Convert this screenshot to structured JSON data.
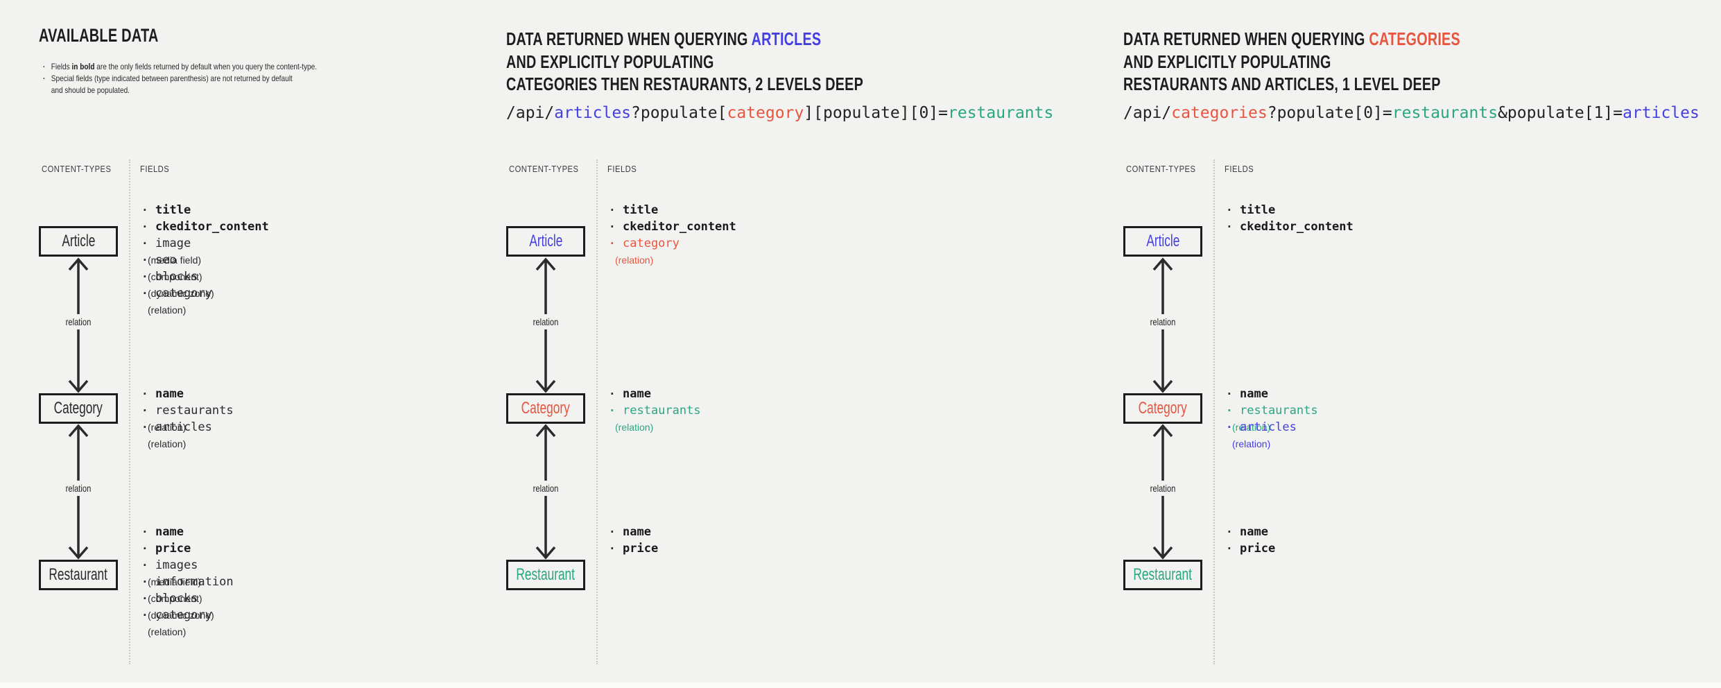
{
  "colors": {
    "background": "#f2f2f0",
    "blue": "#453fe2",
    "red": "#e8553f",
    "green": "#2aa77f",
    "dark": "#1d1d1d"
  },
  "relation_label": "relation",
  "panels": [
    {
      "id": "available-data",
      "header": {
        "title": "AVAILABLE DATA",
        "notes": [
          {
            "segments": [
              {
                "t": "Fields "
              },
              {
                "t": "in bold",
                "bold": true
              },
              {
                "t": " are the only fields returned by default when you query the content-type."
              }
            ]
          },
          {
            "segments": [
              {
                "t": "Special fields (type indicated between parenthesis) are not returned by default\nand should be populated."
              }
            ]
          }
        ]
      },
      "columns": {
        "content_types": "CONTENT-TYPES",
        "fields": "FIELDS"
      },
      "nodes": [
        {
          "label": "Article",
          "label_color": "dark",
          "fields": [
            {
              "name": "title",
              "bold": true
            },
            {
              "name": "ckeditor_content",
              "bold": true
            },
            {
              "name": "image",
              "note": "(media field)"
            },
            {
              "name": "seo",
              "note": "(component)"
            },
            {
              "name": "blocks",
              "note": "(dynamic zone)"
            },
            {
              "name": "category",
              "note": "(relation)"
            }
          ]
        },
        {
          "label": "Category",
          "label_color": "dark",
          "fields": [
            {
              "name": "name",
              "bold": true
            },
            {
              "name": "restaurants",
              "note": "(relation)"
            },
            {
              "name": "articles",
              "note": "(relation)"
            }
          ]
        },
        {
          "label": "Restaurant",
          "label_color": "dark",
          "fields": [
            {
              "name": "name",
              "bold": true
            },
            {
              "name": "price",
              "bold": true
            },
            {
              "name": "images",
              "note": "(media field)"
            },
            {
              "name": "information",
              "note": "(component)"
            },
            {
              "name": "blocks",
              "note": "(dynamic zone)"
            },
            {
              "name": "category",
              "note": "(relation)"
            }
          ]
        }
      ],
      "connectors": [
        {
          "label": "relation"
        },
        {
          "label": "relation"
        }
      ]
    },
    {
      "id": "query-articles",
      "header": {
        "title_lines": [
          [
            {
              "t": "DATA RETURNED WHEN QUERYING "
            },
            {
              "t": "ARTICLES",
              "c": "blue"
            }
          ],
          [
            {
              "t": "AND EXPLICITLY POPULATING"
            }
          ],
          [
            {
              "t": "CATEGORIES THEN RESTAURANTS, 2 LEVELS DEEP"
            }
          ]
        ],
        "code": [
          {
            "t": "/api/"
          },
          {
            "t": "articles",
            "c": "blue"
          },
          {
            "t": "?populate["
          },
          {
            "t": "category",
            "c": "red"
          },
          {
            "t": "][populate][0]="
          },
          {
            "t": "restaurants",
            "c": "green"
          }
        ]
      },
      "columns": {
        "content_types": "CONTENT-TYPES",
        "fields": "FIELDS"
      },
      "nodes": [
        {
          "label": "Article",
          "label_color": "blue",
          "fields": [
            {
              "name": "title",
              "bold": true
            },
            {
              "name": "ckeditor_content",
              "bold": true
            },
            {
              "name": "category",
              "note": "(relation)",
              "c": "red"
            }
          ]
        },
        {
          "label": "Category",
          "label_color": "red",
          "fields": [
            {
              "name": "name",
              "bold": true
            },
            {
              "name": "restaurants",
              "note": "(relation)",
              "c": "green"
            }
          ]
        },
        {
          "label": "Restaurant",
          "label_color": "green",
          "fields": [
            {
              "name": "name",
              "bold": true
            },
            {
              "name": "price",
              "bold": true
            }
          ]
        }
      ],
      "connectors": [
        {
          "label": "relation"
        },
        {
          "label": "relation"
        }
      ]
    },
    {
      "id": "query-categories",
      "header": {
        "title_lines": [
          [
            {
              "t": "DATA RETURNED WHEN QUERYING "
            },
            {
              "t": "CATEGORIES",
              "c": "red"
            }
          ],
          [
            {
              "t": "AND EXPLICITLY POPULATING"
            }
          ],
          [
            {
              "t": "RESTAURANTS AND ARTICLES, 1 LEVEL DEEP"
            }
          ]
        ],
        "code": [
          {
            "t": "/api/"
          },
          {
            "t": "categories",
            "c": "red"
          },
          {
            "t": "?populate[0]="
          },
          {
            "t": "restaurants",
            "c": "green"
          },
          {
            "t": "&populate[1]="
          },
          {
            "t": "articles",
            "c": "blue"
          }
        ]
      },
      "columns": {
        "content_types": "CONTENT-TYPES",
        "fields": "FIELDS"
      },
      "nodes": [
        {
          "label": "Article",
          "label_color": "blue",
          "fields": [
            {
              "name": "title",
              "bold": true
            },
            {
              "name": "ckeditor_content",
              "bold": true
            }
          ]
        },
        {
          "label": "Category",
          "label_color": "red",
          "fields": [
            {
              "name": "name",
              "bold": true
            },
            {
              "name": "restaurants",
              "note": "(relation)",
              "c": "green"
            },
            {
              "name": "articles",
              "note": "(relation)",
              "c": "blue"
            }
          ]
        },
        {
          "label": "Restaurant",
          "label_color": "green",
          "fields": [
            {
              "name": "name",
              "bold": true
            },
            {
              "name": "price",
              "bold": true
            }
          ]
        }
      ],
      "connectors": [
        {
          "label": "relation"
        },
        {
          "label": "relation"
        }
      ]
    }
  ]
}
